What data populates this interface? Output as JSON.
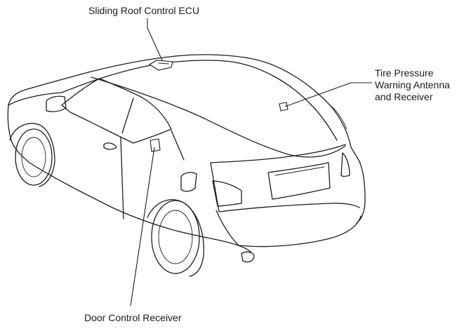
{
  "labels": {
    "sliding_roof_ecu": "Sliding Roof Control ECU",
    "tire_pressure": [
      "Tire Pressure",
      "Warning Antenna",
      "and Receiver"
    ],
    "door_control_receiver": "Door Control Receiver"
  }
}
